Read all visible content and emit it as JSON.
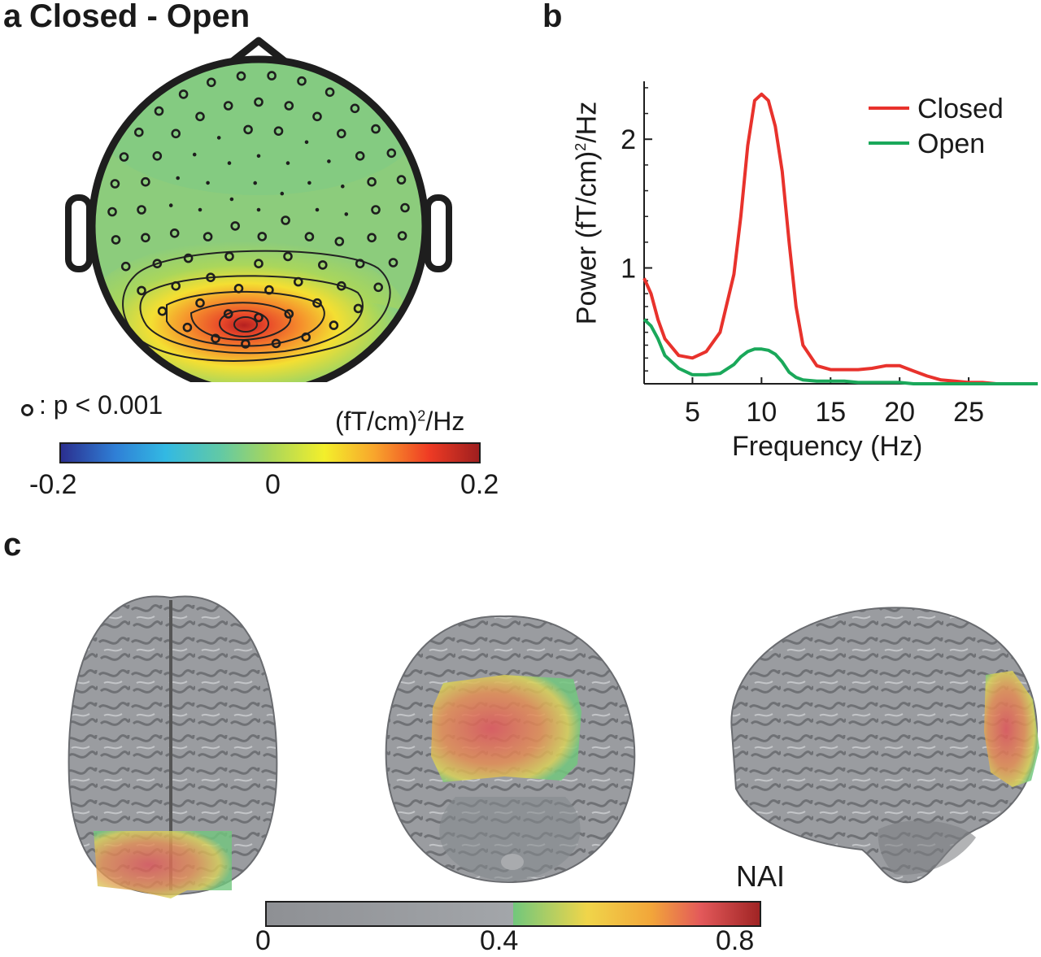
{
  "panel_a": {
    "letter": "a",
    "title": "Closed - Open",
    "legend_text": ": p < 0.001",
    "colorbar_unit_prefix": "(fT/cm)",
    "colorbar_unit_sup": "2",
    "colorbar_unit_suffix": "/Hz",
    "colorbar_ticks": [
      "-0.2",
      "0",
      "0.2"
    ],
    "colormap": [
      "#2b2f8f",
      "#2f7fd6",
      "#32b9e3",
      "#61c9a6",
      "#a8d65c",
      "#f3ef2b",
      "#f8a52c",
      "#ef3b24",
      "#9f1f1f"
    ]
  },
  "panel_b": {
    "letter": "b"
  },
  "panel_c": {
    "letter": "c",
    "colorbar_label": "NAI",
    "colorbar_ticks": [
      "0",
      "0.4",
      "0.8"
    ],
    "views": [
      "top",
      "back",
      "side"
    ],
    "brain_color": "#8e9094",
    "activation_colors": [
      "#71c77c",
      "#f0d54a",
      "#e3595a"
    ]
  },
  "chart_data": {
    "type": "line",
    "title": "",
    "xlabel": "Frequency (Hz)",
    "ylabel_prefix": "Power (fT/cm)",
    "ylabel_sup": "2",
    "ylabel_suffix": "/Hz",
    "xlim": [
      1.5,
      30
    ],
    "ylim": [
      0.1,
      2.45
    ],
    "xticks": [
      5,
      10,
      15,
      20,
      25
    ],
    "yticks": [
      1,
      2
    ],
    "legend": "top-right",
    "grid": false,
    "x": [
      1.5,
      2,
      2.5,
      3,
      4,
      5,
      6,
      7,
      8,
      8.5,
      9,
      9.5,
      10,
      10.5,
      11,
      11.5,
      12,
      12.5,
      13,
      14,
      15,
      16,
      17,
      18,
      19,
      20,
      21,
      22,
      23,
      24,
      25,
      26,
      27,
      28,
      29,
      30
    ],
    "series": [
      {
        "name": "Closed",
        "color": "#e8322c",
        "values": [
          0.92,
          0.8,
          0.6,
          0.45,
          0.32,
          0.3,
          0.35,
          0.5,
          0.95,
          1.4,
          1.95,
          2.3,
          2.35,
          2.3,
          2.1,
          1.75,
          1.2,
          0.7,
          0.4,
          0.24,
          0.21,
          0.21,
          0.21,
          0.22,
          0.24,
          0.24,
          0.2,
          0.16,
          0.13,
          0.12,
          0.11,
          0.11,
          0.1,
          0.1,
          0.1,
          0.1
        ]
      },
      {
        "name": "Open",
        "color": "#1aa85a",
        "values": [
          0.6,
          0.55,
          0.45,
          0.32,
          0.22,
          0.17,
          0.17,
          0.18,
          0.25,
          0.31,
          0.35,
          0.37,
          0.37,
          0.36,
          0.33,
          0.27,
          0.19,
          0.15,
          0.13,
          0.12,
          0.12,
          0.12,
          0.11,
          0.11,
          0.11,
          0.11,
          0.1,
          0.1,
          0.1,
          0.1,
          0.1,
          0.1,
          0.1,
          0.1,
          0.1,
          0.1
        ]
      }
    ]
  }
}
